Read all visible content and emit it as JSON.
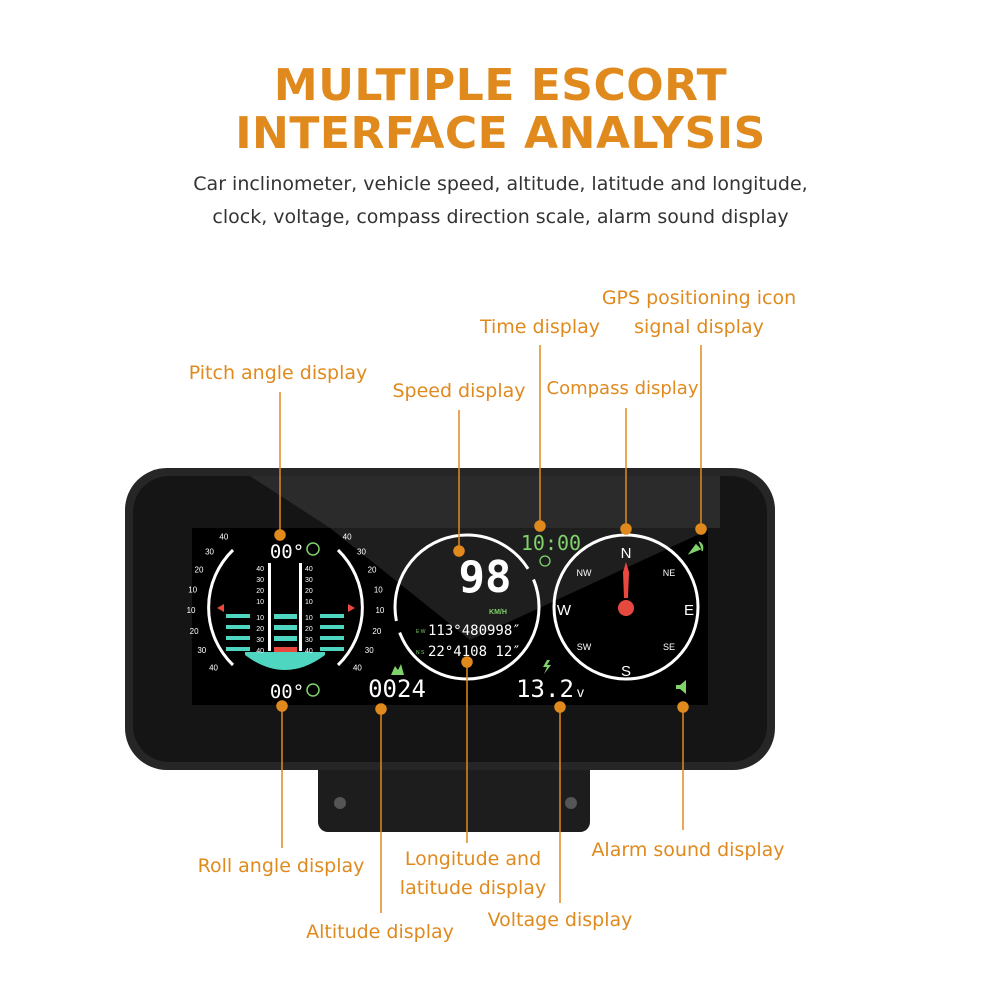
{
  "header": {
    "title_line1": "MULTIPLE ESCORT",
    "title_line2": "INTERFACE ANALYSIS",
    "subtitle_line1": "Car inclinometer, vehicle speed, altitude, latitude and longitude,",
    "subtitle_line2": "clock, voltage, compass direction scale, alarm sound display"
  },
  "callouts": {
    "gps": [
      "GPS positioning icon",
      "signal display"
    ],
    "time": "Time display",
    "pitch": "Pitch angle display",
    "speed": "Speed display",
    "compass": "Compass display",
    "roll": "Roll angle display",
    "lonlat": [
      "Longitude and",
      "latitude display"
    ],
    "alarm": "Alarm sound display",
    "voltage": "Voltage display",
    "altitude": "Altitude display"
  },
  "screen": {
    "pitch": "00°",
    "roll": "00°",
    "speed": "98",
    "speed_unit": "KM/H",
    "longitude": "113°480998″",
    "latitude": "22°4108 12″",
    "lon_prefix": "E W",
    "lat_prefix": "N S",
    "time": "10:00",
    "altitude": "0024",
    "voltage": "13.2",
    "voltage_unit": "v",
    "compass": {
      "n": "N",
      "s": "S",
      "e": "E",
      "w": "W",
      "ne": "NE",
      "nw": "NW",
      "se": "SE",
      "sw": "SW"
    },
    "scale_labels": [
      "40",
      "30",
      "20",
      "10",
      "10",
      "20",
      "30",
      "40"
    ]
  },
  "colors": {
    "accent": "#e08a1e",
    "green": "#7fd36a",
    "teal": "#4fd6c0",
    "red": "#e8493f"
  },
  "icons": [
    "clock-icon",
    "gps-signal-icon",
    "mountain-icon",
    "lightning-icon",
    "speaker-icon",
    "pitch-icon",
    "roll-icon"
  ]
}
